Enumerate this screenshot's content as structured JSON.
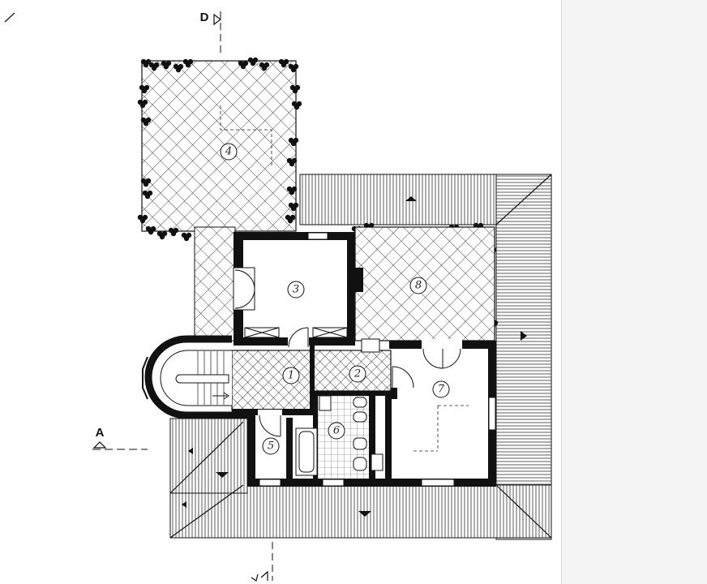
{
  "drawing": {
    "type": "floor-plan",
    "line_color": "#111111",
    "paper_color": "#ffffff",
    "panel_color": "#f4f4f4",
    "hatch_pattern": "crosshatch-paving",
    "roof_pattern": "parallel-hatching"
  },
  "rooms": [
    {
      "number": "1"
    },
    {
      "number": "2"
    },
    {
      "number": "3"
    },
    {
      "number": "4"
    },
    {
      "number": "5"
    },
    {
      "number": "6"
    },
    {
      "number": "7"
    },
    {
      "number": "8"
    }
  ],
  "section_markers": {
    "left": "A",
    "top": "D"
  }
}
